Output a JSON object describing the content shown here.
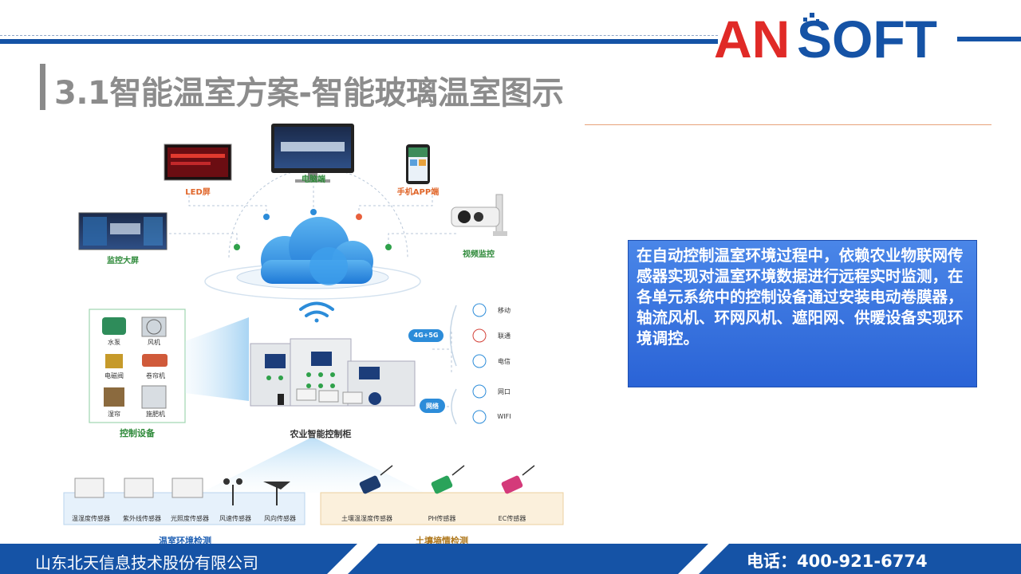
{
  "header": {
    "logo_text": "ANSOFT",
    "title": "3.1智能温室方案-智能玻璃温室图示"
  },
  "diagram": {
    "top_nodes": [
      {
        "key": "led",
        "label": "LED屏"
      },
      {
        "key": "pc",
        "label": "电脑端"
      },
      {
        "key": "app",
        "label": "手机APP端"
      },
      {
        "key": "screen",
        "label": "监控大屏"
      },
      {
        "key": "video",
        "label": "视频监控"
      }
    ],
    "control_devices": {
      "title": "控制设备",
      "items": [
        "水泵",
        "风机",
        "电磁阀",
        "卷帘机",
        "湿帘",
        "施肥机"
      ]
    },
    "cabinet_label": "农业智能控制柜",
    "networks": {
      "mobile_badge": "4G+5G",
      "mobile": [
        "移动",
        "联通",
        "电信"
      ],
      "wired_badge": "网络",
      "wired": [
        "网口",
        "WIFI"
      ]
    },
    "greenhouse": {
      "title": "温室环境检测",
      "sensors": [
        "温湿度传感器",
        "紫外线传感器",
        "光照度传感器",
        "风速传感器",
        "风向传感器"
      ]
    },
    "soil": {
      "title": "土壤墒情检测",
      "sensors": [
        "土壤温湿度传感器",
        "PH传感器",
        "EC传感器"
      ]
    }
  },
  "description": "在自动控制温室环境过程中，依赖农业物联网传感器实现对温室环境数据进行远程实时监测，在各单元系统中的控制设备通过安装电动卷膜器，轴流风机、环网风机、遮阳网、供暖设备实现环境调控。",
  "footer": {
    "company": "山东北天信息技术股份有限公司",
    "phone": "电话：400-921-6774"
  },
  "colors": {
    "brand_blue": "#1553a6",
    "logo_red": "#e02a27",
    "desc_blue": "#3a74e0",
    "label_green": "#2f8a3a",
    "label_orange": "#e0662a"
  }
}
